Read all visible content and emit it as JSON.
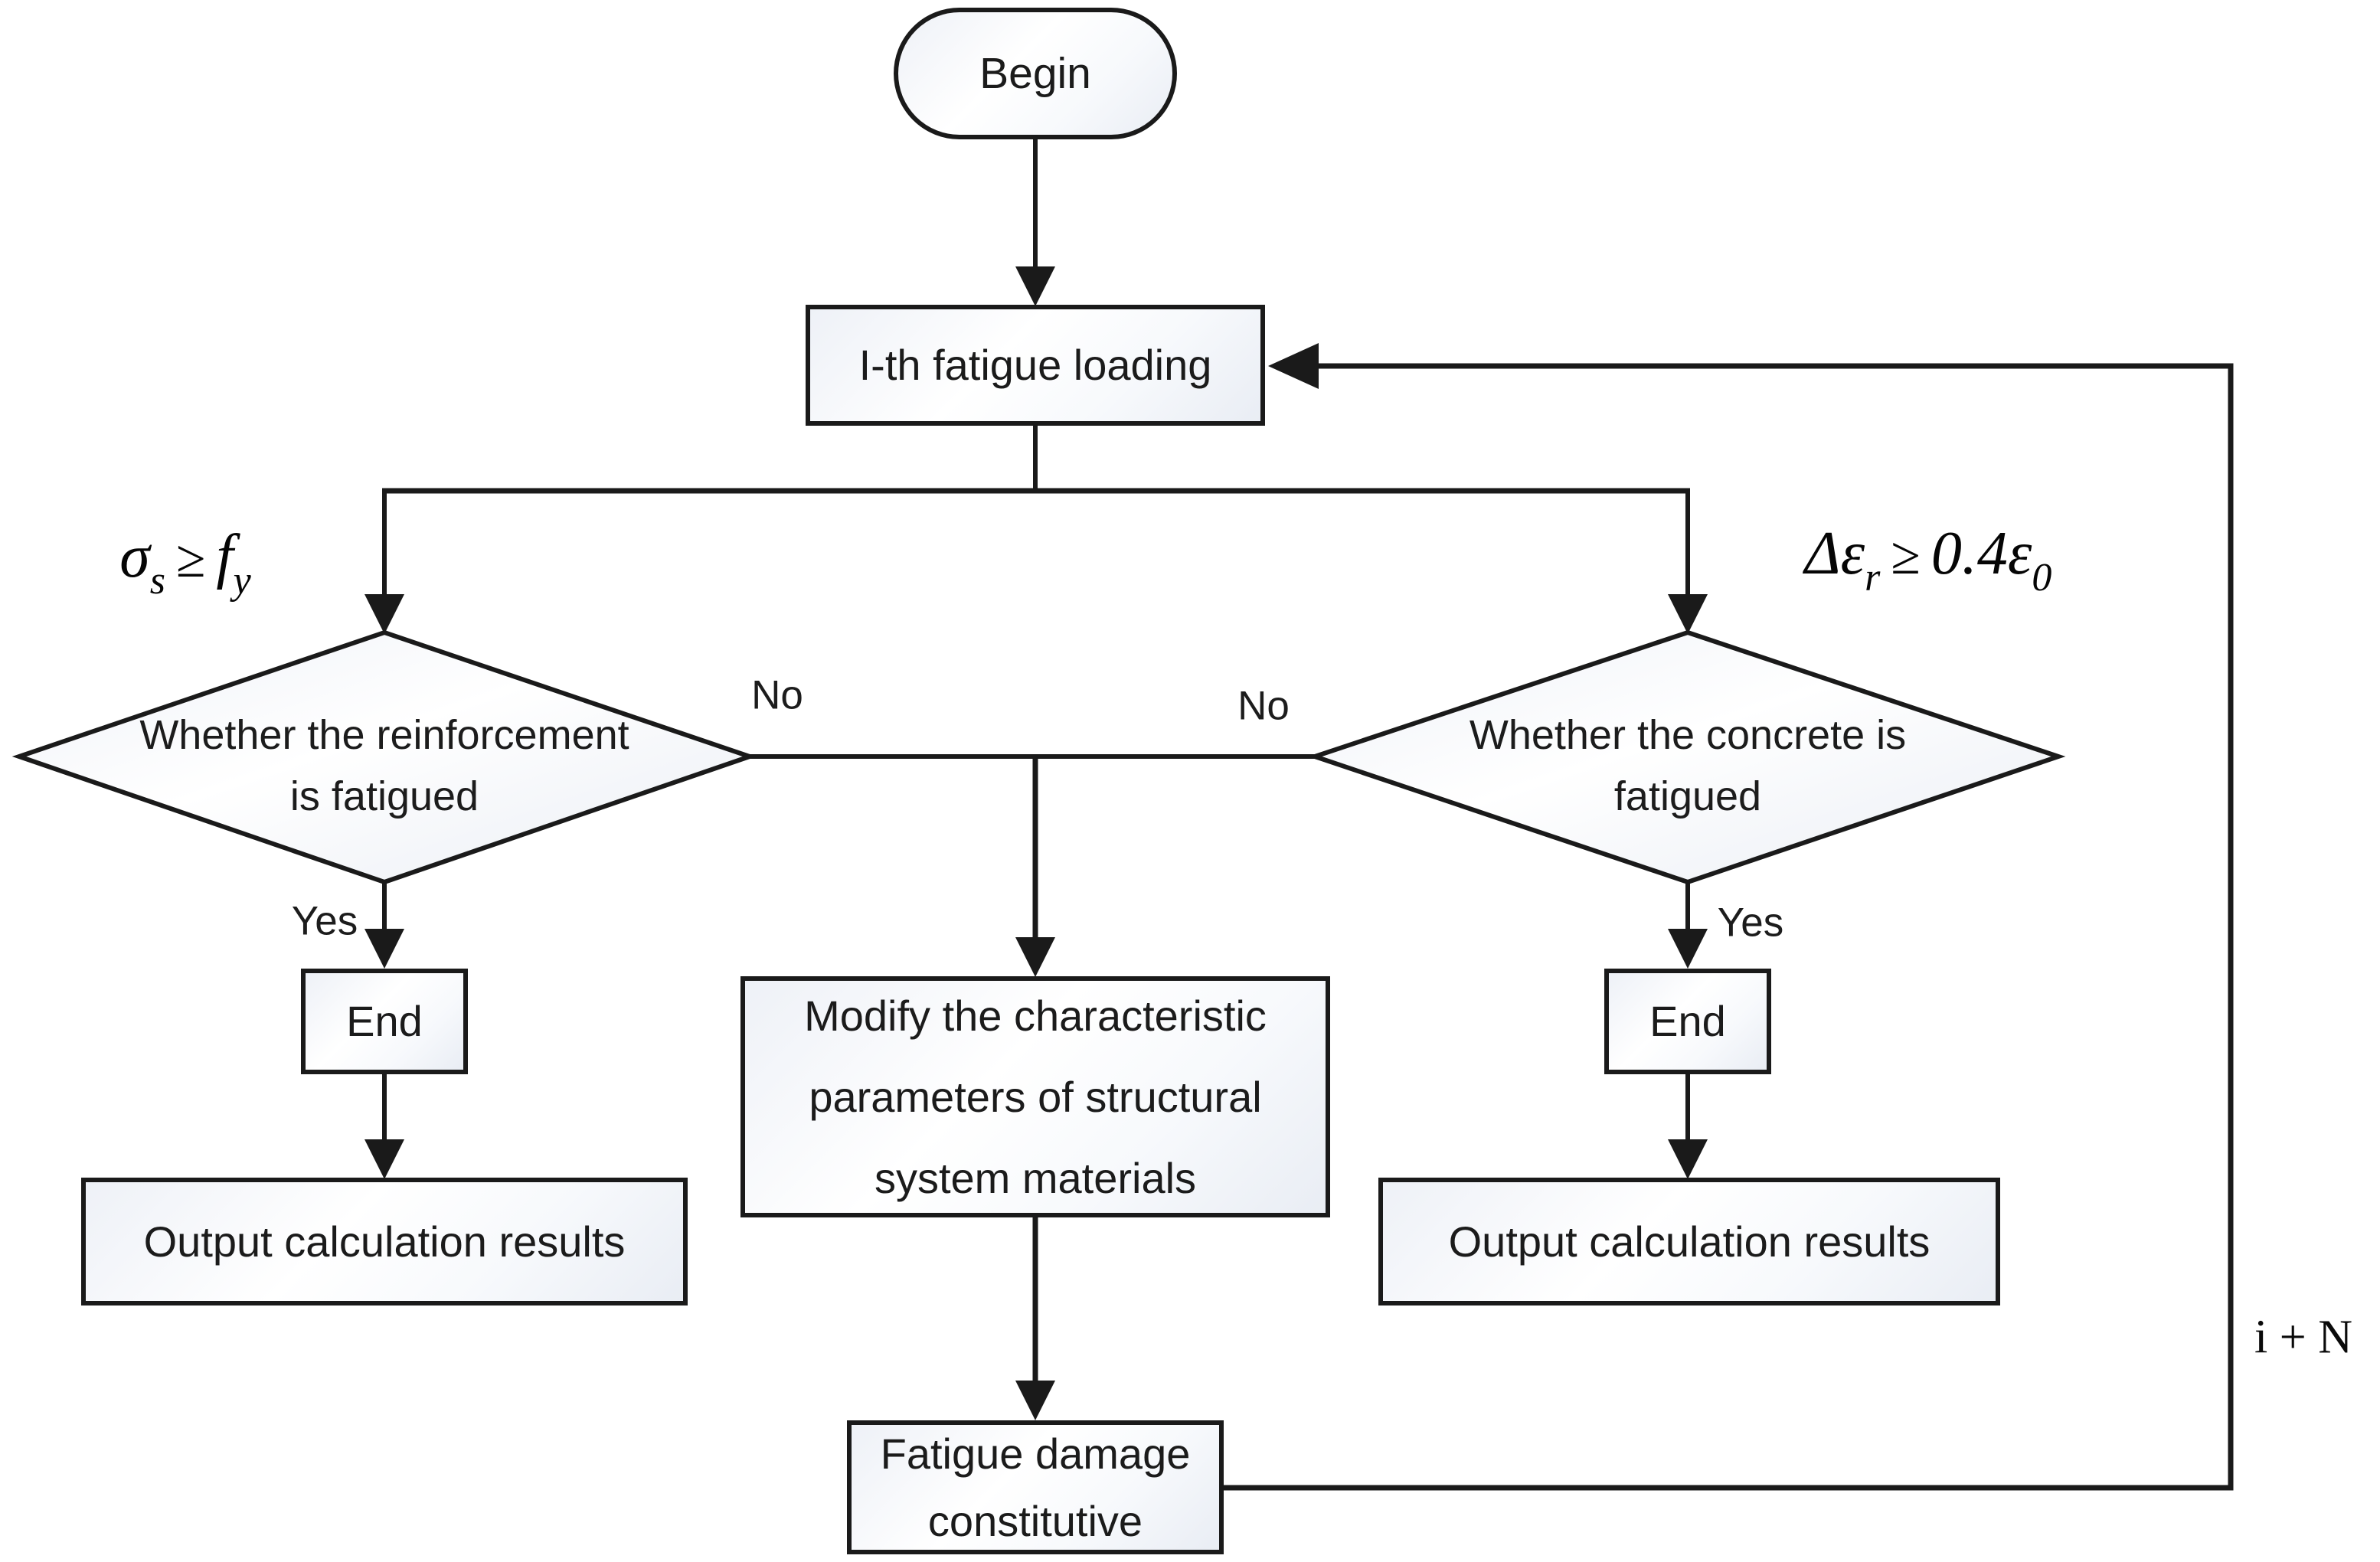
{
  "colors": {
    "background": "#ffffff",
    "line": "#1a1a1a",
    "node_fill_light": "#ffffff",
    "node_fill_shade": "#e9edf4",
    "text": "#1b1b1b"
  },
  "nodes": {
    "begin": {
      "label": "Begin"
    },
    "fatigue_loading": {
      "label": "I-th fatigue loading"
    },
    "reinforcement_decision": {
      "line1": "Whether the reinforcement",
      "line2": "is fatigued"
    },
    "concrete_decision": {
      "line1": "Whether the concrete is",
      "line2": "fatigued"
    },
    "end_left": {
      "label": "End"
    },
    "end_right": {
      "label": "End"
    },
    "output_left": {
      "label": "Output calculation results"
    },
    "output_right": {
      "label": "Output calculation results"
    },
    "modify": {
      "line1": "Modify the characteristic",
      "line2": "parameters of structural",
      "line3": "system materials"
    },
    "fatigue_damage": {
      "line1": "Fatigue damage",
      "line2": "constitutive"
    }
  },
  "edge_labels": {
    "no_left": "No",
    "no_right": "No",
    "yes_left": "Yes",
    "yes_right": "Yes",
    "loop": "i + N"
  },
  "formulas": {
    "left": {
      "base1": "σ",
      "sub1": "s",
      "op": "≥",
      "base2": "f",
      "sub2": "y"
    },
    "right": {
      "base1": "Δε",
      "sub1": "r",
      "op": "≥",
      "base2": "0.4ε",
      "sub2": "0"
    }
  }
}
